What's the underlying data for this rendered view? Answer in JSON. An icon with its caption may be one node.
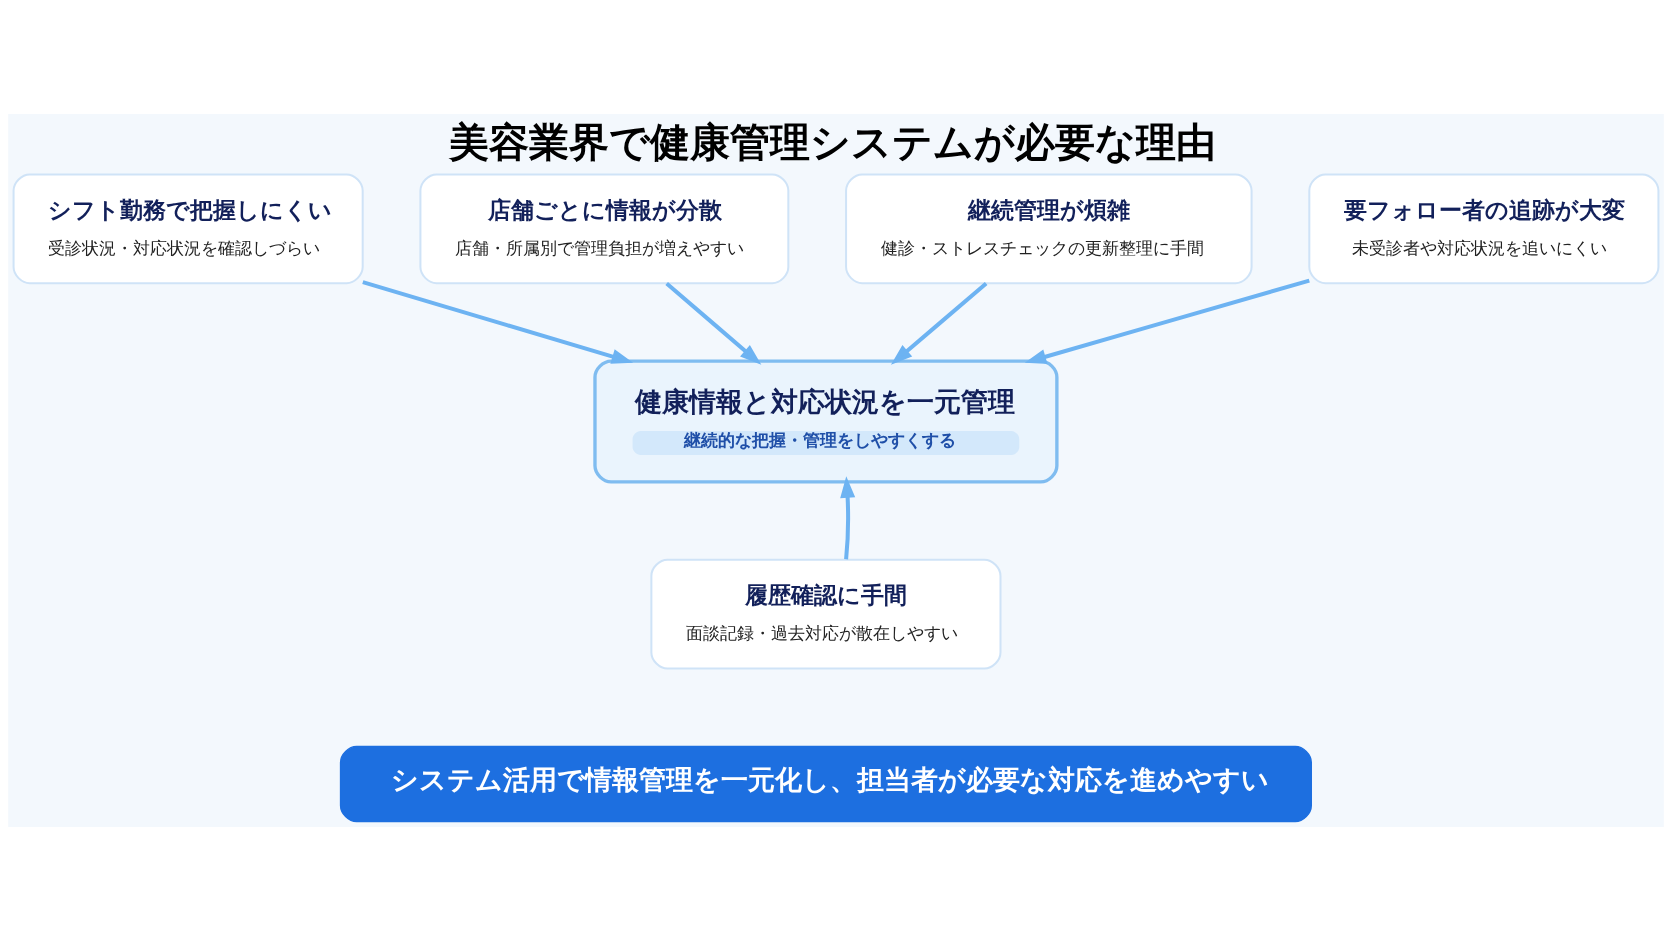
{
  "diagram": {
    "title": "美容業界で健康管理システムが必要な理由",
    "nodes": [
      {
        "text": [
          "シフト勤務で把握しにくい",
          "受診状況・対応状況を確認しづらい"
        ]
      },
      {
        "text": [
          "店舗ごとに情報が分散",
          "店舗・所属別で管理負担が増えやすい"
        ]
      },
      {
        "text": [
          "健康情報と対応状況を一元管理",
          "継続的な把握・管理をしやすくする"
        ]
      },
      {
        "text": [
          "継続管理が煩雑",
          "健診・ストレスチェックの更新整理に手間"
        ]
      },
      {
        "text": [
          "要フォロー者の追跡が大変",
          "未受診者や対応状況を追いにくい"
        ]
      },
      {
        "text": [
          "履歴確認に手間",
          "面談記録・過去対応が散在しやすい"
        ]
      },
      {
        "text": [
          "システム活用で情報管理を一元化し、担当者が必要な対応を進めやすい"
        ]
      }
    ],
    "edges": [
      {
        "from": 0,
        "to": 2,
        "arrow": "to"
      },
      {
        "from": 1,
        "to": 2,
        "arrow": "to"
      },
      {
        "from": 3,
        "to": 2,
        "arrow": "to"
      },
      {
        "from": 4,
        "to": 2,
        "arrow": "to"
      },
      {
        "from": 5,
        "to": 2,
        "arrow": "to"
      }
    ]
  }
}
